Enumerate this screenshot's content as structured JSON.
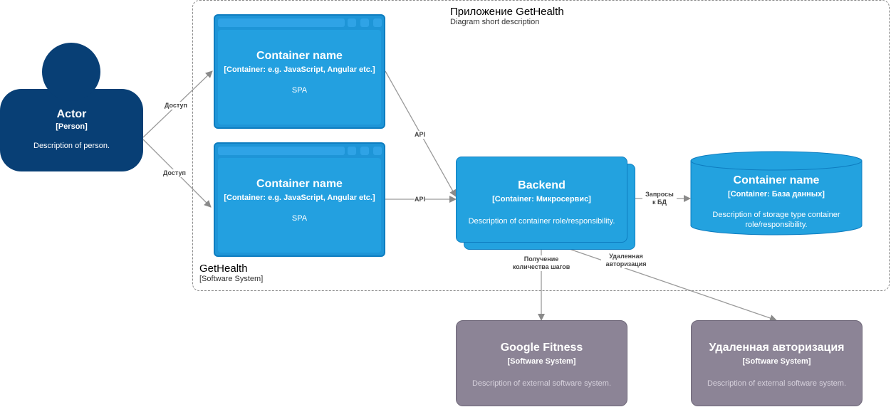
{
  "colors": {
    "person": "#083f75",
    "container": "#23a0e0",
    "external": "#8c8496",
    "edge": "#9a9a9a"
  },
  "actor": {
    "name": "Actor",
    "tech": "[Person]",
    "desc": "Description of person."
  },
  "app_title": {
    "title": "Приложение GetHealth",
    "subtitle": "Diagram short description"
  },
  "system": {
    "name": "GetHealth",
    "tech": "[Software System]"
  },
  "spa1": {
    "name": "Container name",
    "tech": "[Container: e.g. JavaScript, Angular etc.]",
    "desc": "SPA"
  },
  "spa2": {
    "name": "Container name",
    "tech": "[Container: e.g. JavaScript, Angular etc.]",
    "desc": "SPA"
  },
  "backend": {
    "name": "Backend",
    "tech": "[Container: Микросервис]",
    "desc": "Description of container role/responsibility."
  },
  "database": {
    "name": "Container name",
    "tech": "[Container: База данных]",
    "desc": "Description of storage type container role/responsibility."
  },
  "google_fitness": {
    "name": "Google Fitness",
    "tech": "[Software System]",
    "desc": "Description of external software system."
  },
  "remote_auth": {
    "name": "Удаленная авторизация",
    "tech": "[Software System]",
    "desc": "Description of external software system."
  },
  "edges": {
    "actor_spa1": "Доступ",
    "actor_spa2": "Доступ",
    "spa1_backend": "API",
    "spa2_backend": "API",
    "backend_db_line1": "Запросы",
    "backend_db_line2": "к БД",
    "backend_fit_line1": "Получение",
    "backend_fit_line2": "количества шагов",
    "backend_auth_line1": "Удаленная",
    "backend_auth_line2": "авторизация"
  }
}
